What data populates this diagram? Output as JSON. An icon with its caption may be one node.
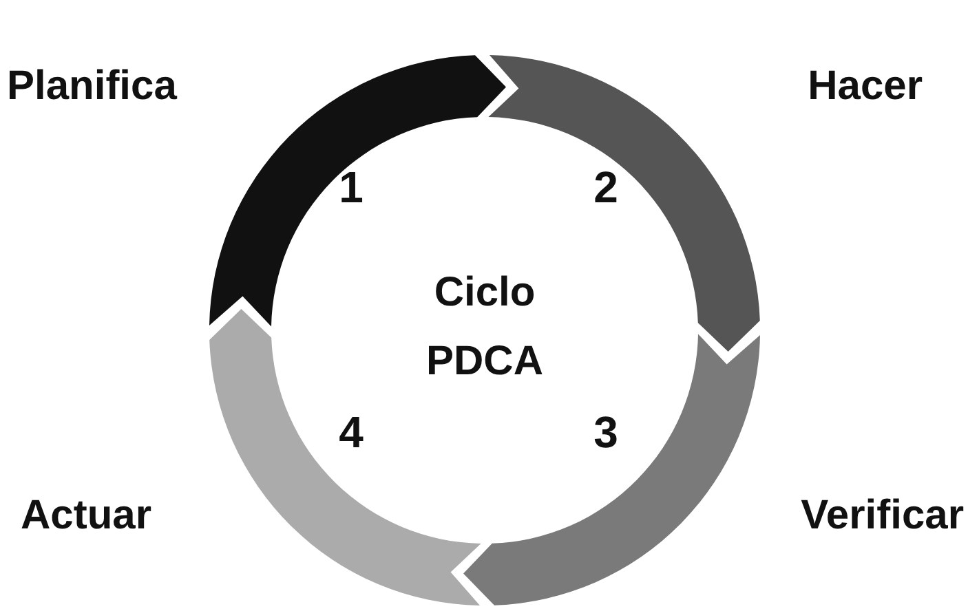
{
  "diagram": {
    "labels": [
      "Planifica",
      "Hacer",
      "1",
      "2",
      "Ciclo PDCA",
      "4",
      "3",
      "Actuar",
      "Verificar"
    ]
  }
}
